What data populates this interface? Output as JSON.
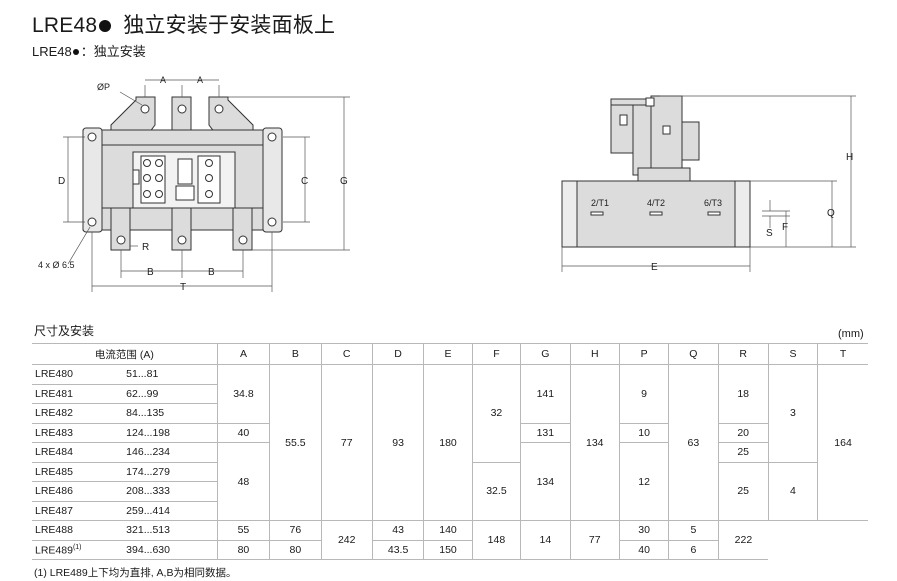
{
  "title": {
    "model": "LRE48",
    "text": "独立安装于安装面板上"
  },
  "subtitle": {
    "model": "LRE48",
    "text": "：独立安装"
  },
  "front_view": {
    "labels": {
      "op": "ØP",
      "a1": "A",
      "a2": "A",
      "d": "D",
      "c": "C",
      "g": "G",
      "r": "R",
      "b1": "B",
      "b2": "B",
      "t": "T",
      "holes": "4 x Ø 6.5"
    }
  },
  "side_view": {
    "labels": {
      "h": "H",
      "q": "Q",
      "s": "S",
      "f": "F",
      "e": "E"
    },
    "terminals": [
      "2/T1",
      "4/T2",
      "6/T3"
    ]
  },
  "section_title": "尺寸及安装",
  "unit": "(mm)",
  "table": {
    "headers": [
      "电流范围 (A)",
      "A",
      "B",
      "C",
      "D",
      "E",
      "F",
      "G",
      "H",
      "P",
      "Q",
      "R",
      "S",
      "T"
    ],
    "models": [
      "LRE480",
      "LRE481",
      "LRE482",
      "LRE483",
      "LRE484",
      "LRE485",
      "LRE486",
      "LRE487",
      "LRE488",
      "LRE489"
    ],
    "model_note": "(1)",
    "ranges": [
      "51...81",
      "62...99",
      "84...135",
      "124...198",
      "146...234",
      "174...279",
      "208...333",
      "259...414",
      "321...513",
      "394...630"
    ],
    "cells": {
      "a1": "34.8",
      "a2": "40",
      "a3": "48",
      "a4": "55",
      "a5": "80",
      "b1": "55.5",
      "b2": "76",
      "b3": "80",
      "c1": "77",
      "d1": "93",
      "e1": "180",
      "e2": "242",
      "f1": "32",
      "f2": "32.5",
      "f3": "43",
      "f4": "43.5",
      "g1": "141",
      "g2": "131",
      "g3": "134",
      "g4": "140",
      "g5": "150",
      "h1": "134",
      "h2": "148",
      "p1": "9",
      "p2": "10",
      "p3": "12",
      "p4": "14",
      "q1": "63",
      "q2": "77",
      "r1": "18",
      "r2": "20",
      "r3": "25",
      "r4": "25",
      "r5": "30",
      "r6": "40",
      "s1": "3",
      "s2": "4",
      "s3": "5",
      "s4": "6",
      "t1": "164",
      "t2": "222"
    }
  },
  "footnote": "(1) LRE489上下均为直排, A,B为相同数据。"
}
